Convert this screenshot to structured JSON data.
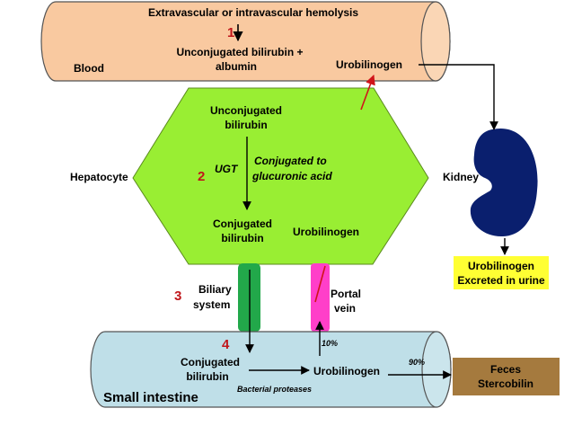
{
  "blood": {
    "hemolysis": "Extravascular or intravascular hemolysis",
    "step1": "1",
    "unconj_albumin_1": "Unconjugated bilirubin +",
    "unconj_albumin_2": "albumin",
    "label": "Blood",
    "urobilinogen": "Urobilinogen"
  },
  "hepatocyte": {
    "label": "Hepatocyte",
    "unconj_1": "Unconjugated",
    "unconj_2": "bilirubin",
    "step2": "2",
    "enzyme": "UGT",
    "conj_to_1": "Conjugated to",
    "conj_to_2": "glucuronic acid",
    "conj_1": "Conjugated",
    "conj_2": "bilirubin",
    "urobilinogen": "Urobilinogen"
  },
  "ducts": {
    "step3": "3",
    "biliary_1": "Biliary",
    "biliary_2": "system",
    "portal_1": "Portal",
    "portal_2": "vein"
  },
  "intestine": {
    "step4": "4",
    "conj_1": "Conjugated",
    "conj_2": "bilirubin",
    "urobilinogen": "Urobilinogen",
    "proteases": "Bacterial proteases",
    "label": "Small intestine",
    "pct_portal": "10%",
    "pct_feces": "90%"
  },
  "feces": {
    "line1": "Feces",
    "line2": "Stercobilin"
  },
  "kidney": {
    "label": "Kidney",
    "urine_1": "Urobilinogen",
    "urine_2": "Excreted in urine"
  },
  "colors": {
    "blood": "#f9c9a0",
    "hepatocyte": "#99ee33",
    "intestine": "#bfdfe8",
    "biliary": "#22a84a",
    "portal": "#ff3fc9",
    "kidney": "#0a1f6e",
    "urine_box": "#ffff33",
    "feces": "#a57a3e",
    "step_numbers": "#c0161b"
  }
}
